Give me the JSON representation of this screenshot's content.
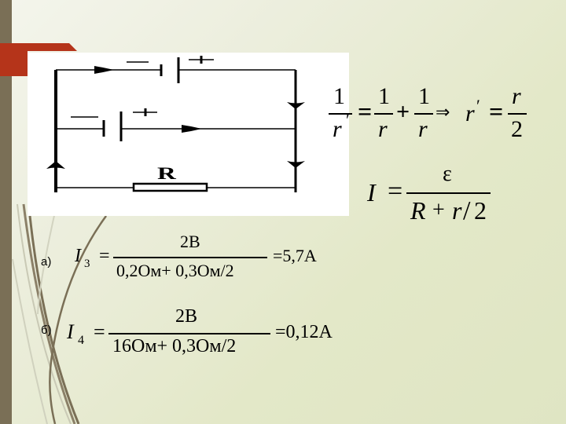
{
  "slide": {
    "background_colors": {
      "top_left": "#f4f5ec",
      "bottom_right": "#dfe5c3"
    },
    "accent_bar_color": "#7a6f56",
    "banner_color": "#b5341a"
  },
  "circuit": {
    "resistor_label": "R",
    "battery_top": {
      "minus": "—",
      "plus": "+"
    },
    "battery_middle": {
      "minus": "—",
      "plus": "+"
    }
  },
  "formula_parallel": {
    "lhs_num": "1",
    "lhs_den": "r",
    "prime": "′",
    "eq1": "=",
    "t1_num": "1",
    "t1_den": "r",
    "plus": "+",
    "t2_num": "1",
    "t2_den": "r",
    "implies": "⇒",
    "r_prime": "r",
    "eq2": "=",
    "res_num": "r",
    "res_den": "2"
  },
  "formula_current": {
    "lhs": "I",
    "eq": "=",
    "num": "ε",
    "den_R": "R",
    "den_plus": "+",
    "den_r": "r",
    "den_slash": "/",
    "den_2": "2"
  },
  "case_a": {
    "label": "а)",
    "var": "I",
    "sub": "3",
    "eq": "=",
    "num": "2В",
    "den": "0,2Ом+ 0,3Ом/2",
    "result": "=5,7А"
  },
  "case_b": {
    "label": "б)",
    "var": "I",
    "sub": "4",
    "eq": "=",
    "num": "2В",
    "den": "16Ом+ 0,3Ом/2",
    "result": "=0,12А"
  }
}
